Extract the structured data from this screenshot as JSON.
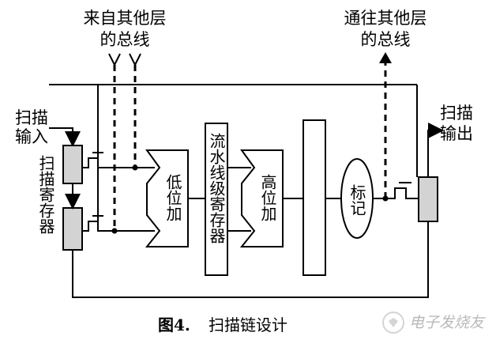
{
  "labels": {
    "bus_in_line1": "来自其他层",
    "bus_in_line2": "的总线",
    "bus_out_line1": "通往其他层",
    "bus_out_line2": "的总线",
    "scan_input_line1": "扫描",
    "scan_input_line2": "输入",
    "scan_output_line1": "扫描",
    "scan_output_line2": "输出",
    "scan_register": "扫描寄存器",
    "low_adder": "低位加",
    "pipeline_register": "流水线级寄存器",
    "high_adder": "高位加",
    "tag": "标记"
  },
  "caption": {
    "number": "图4.",
    "title": "扫描链设计"
  },
  "watermark": "电子发烧友"
}
